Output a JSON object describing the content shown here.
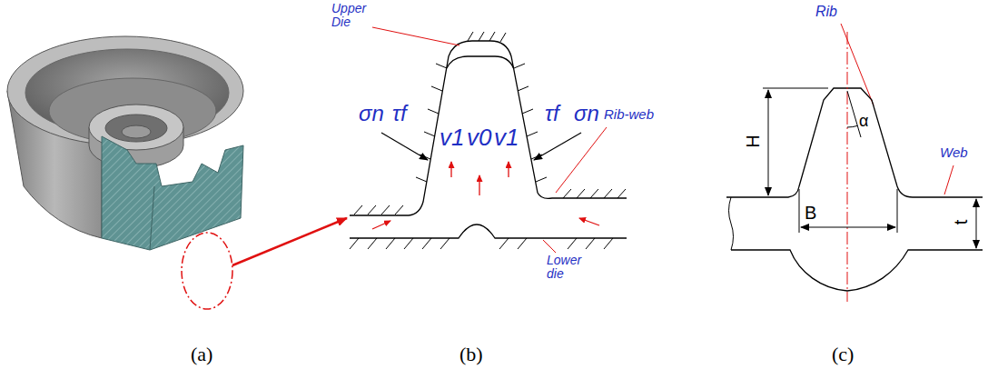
{
  "diagram": {
    "labels": [
      "Upper Die",
      "σn",
      "τf",
      "v1",
      "v0",
      "v1",
      "τf",
      "σn",
      "Rib-web",
      "Lower die",
      "Rib",
      "H",
      "α",
      "Web",
      "B",
      "t",
      "(a)",
      "(b)",
      "(c)"
    ]
  }
}
